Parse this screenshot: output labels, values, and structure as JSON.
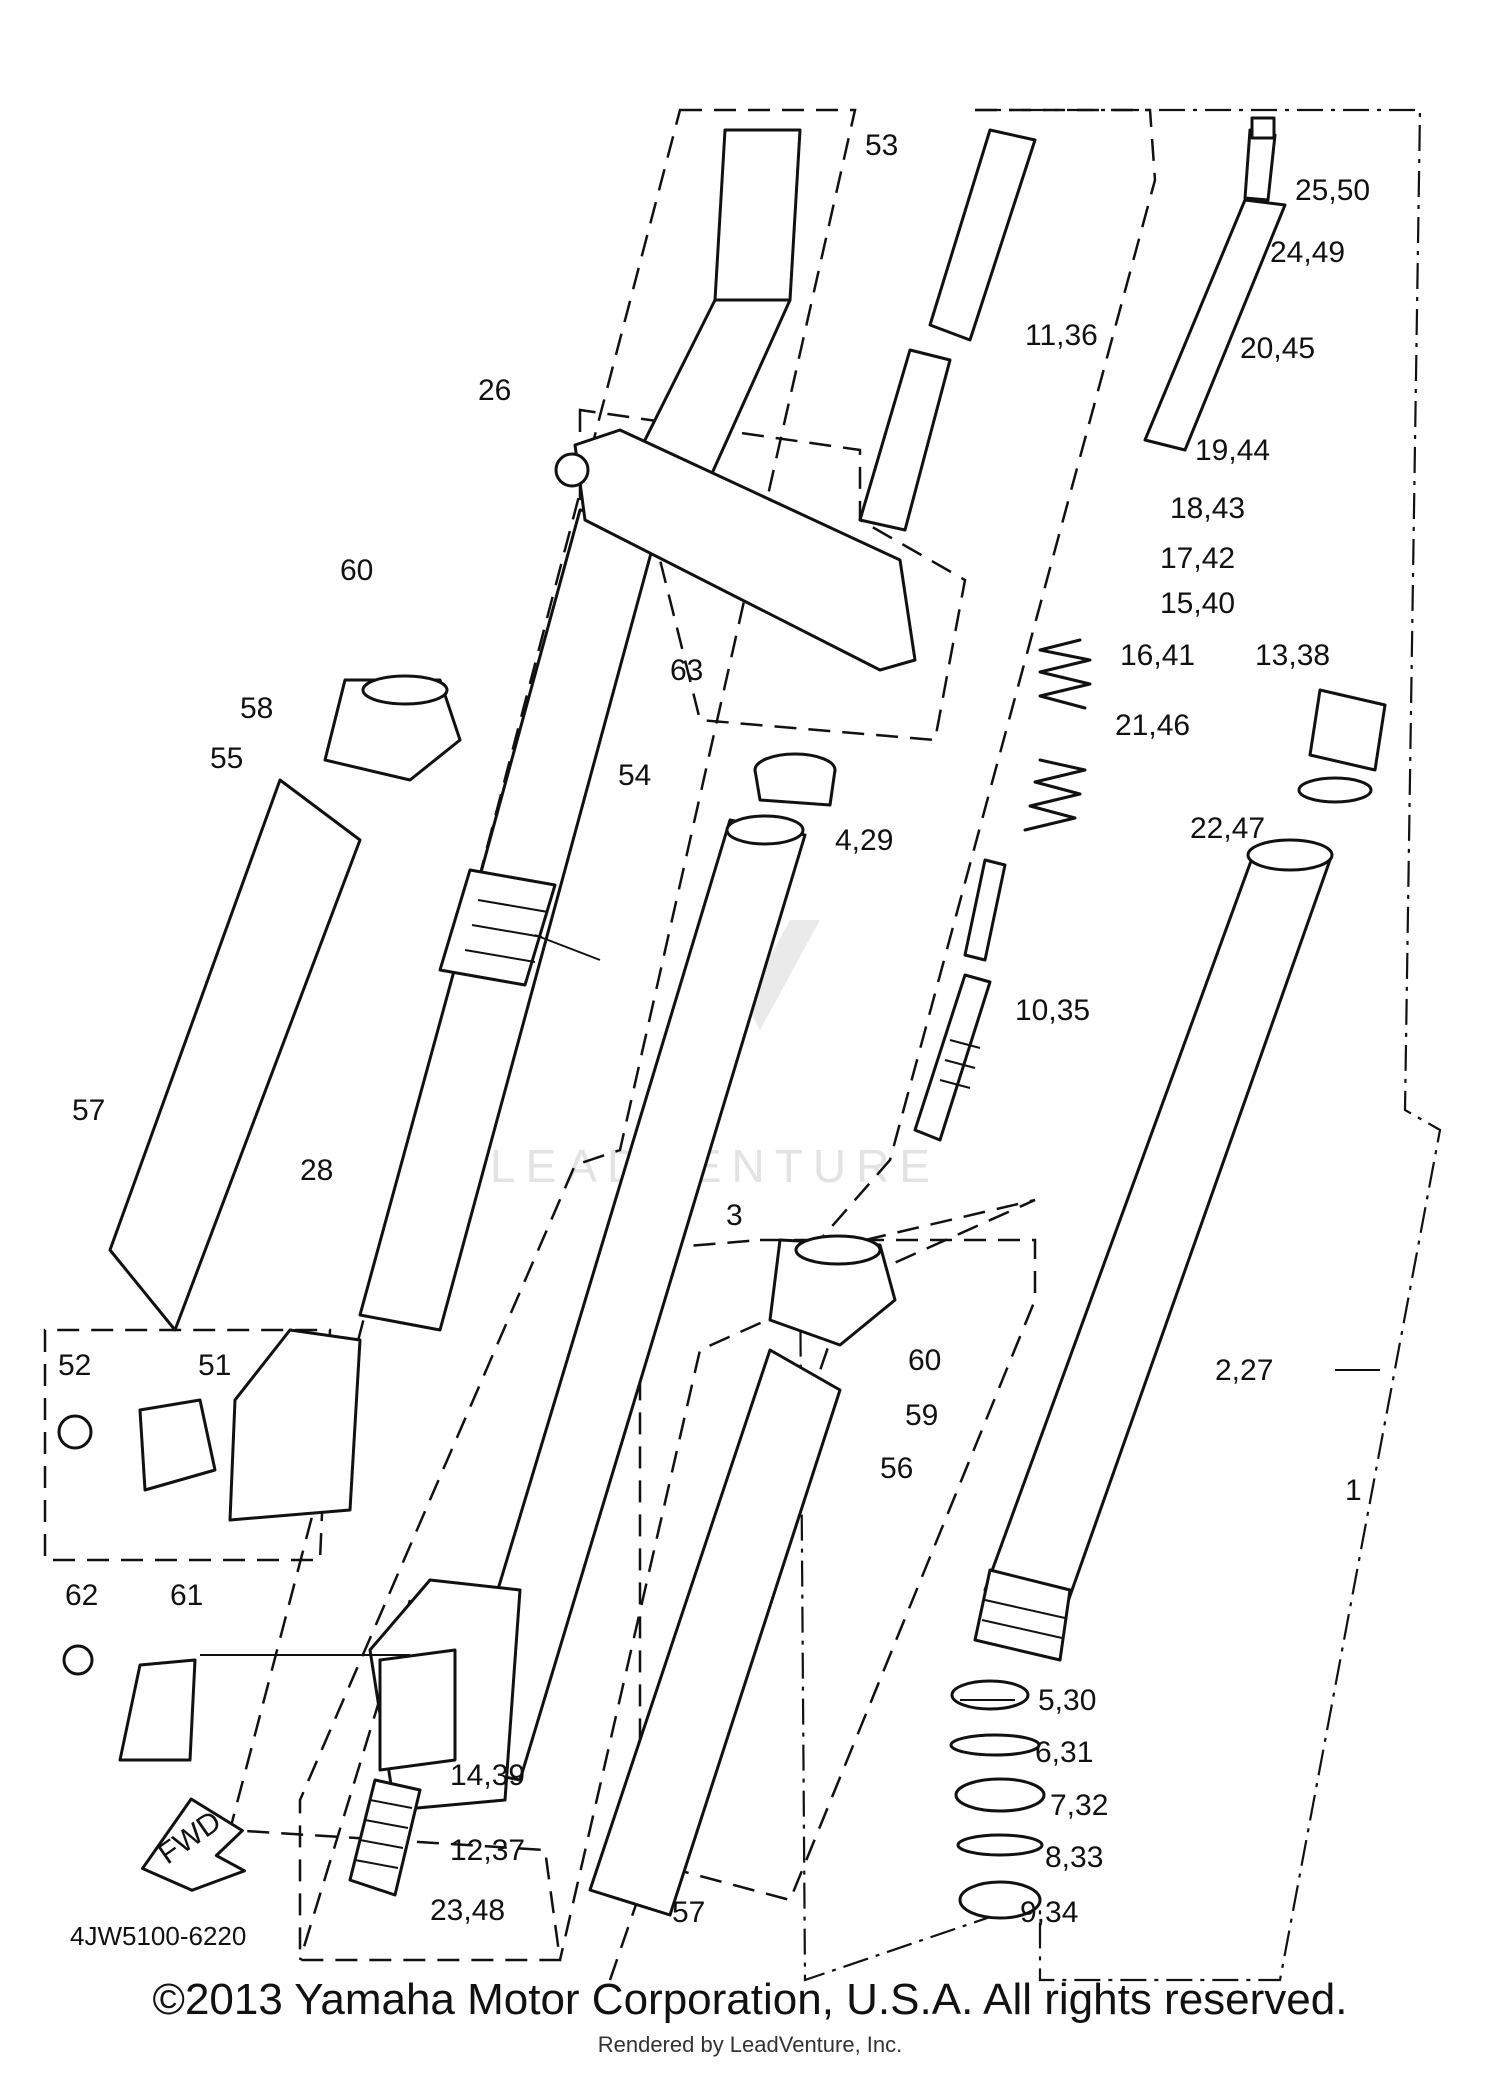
{
  "diagram": {
    "callouts": {
      "c53": "53",
      "c11_36": "11,36",
      "c25_50": "25,50",
      "c24_49": "24,49",
      "c20_45": "20,45",
      "c26": "26",
      "c19_44": "19,44",
      "c18_43": "18,43",
      "c17_42": "17,42",
      "c15_40": "15,40",
      "c16_41": "16,41",
      "c60a": "60",
      "c63": "63",
      "c13_38": "13,38",
      "c58": "58",
      "c21_46": "21,46",
      "c55": "55",
      "c54": "54",
      "c4_29": "4,29",
      "c22_47": "22,47",
      "c10_35": "10,35",
      "c57a": "57",
      "c28": "28",
      "c3": "3",
      "c60b": "60",
      "c2_27": "2,27",
      "c52": "52",
      "c51": "51",
      "c59": "59",
      "c56": "56",
      "c1": "1",
      "c62": "62",
      "c61": "61",
      "c5_30": "5,30",
      "c6_31": "6,31",
      "c14_39": "14,39",
      "c7_32": "7,32",
      "c12_37": "12,37",
      "c8_33": "8,33",
      "c57b": "57",
      "c23_48": "23,48",
      "c9_34": "9,34"
    },
    "fwd_label": "FWD",
    "drawing_code": "4JW5100-6220",
    "watermark": "LEADVENTURE"
  },
  "footer": {
    "copyright": "©2013 Yamaha Motor Corporation, U.S.A. All rights reserved.",
    "rendered_by": "Rendered by LeadVenture, Inc."
  }
}
